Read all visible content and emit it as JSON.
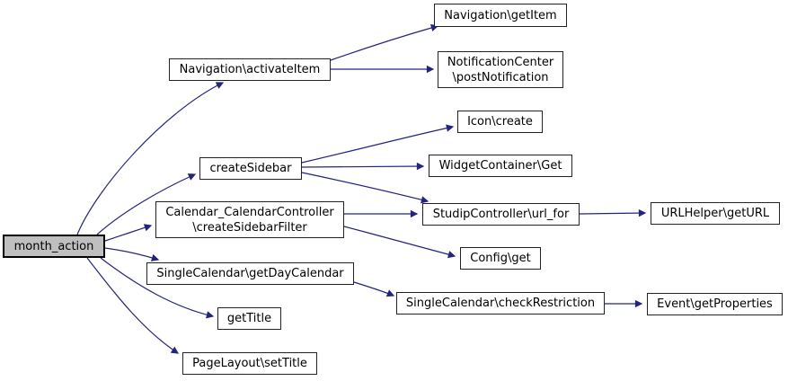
{
  "diagram": {
    "kind": "call-graph",
    "root_function": "month_action"
  },
  "colors": {
    "edge": "#24247e",
    "node_border": "#222222",
    "node_fill": "#ffffff",
    "root_fill": "#bfbfbf",
    "text": "#000000",
    "background": "#ffffff"
  },
  "nodes": {
    "month_action": {
      "label": "month_action"
    },
    "navigation_activateItem": {
      "label": "Navigation\\activateItem"
    },
    "navigation_getItem": {
      "label": "Navigation\\getItem"
    },
    "notificationCenter_postNotification": {
      "line1": "NotificationCenter",
      "line2": "\\postNotification"
    },
    "createSidebar": {
      "label": "createSidebar"
    },
    "icon_create": {
      "label": "Icon\\create"
    },
    "widgetContainer_get": {
      "label": "WidgetContainer\\Get"
    },
    "calendarController_createSidebarFilter": {
      "line1": "Calendar_CalendarController",
      "line2": "\\createSidebarFilter"
    },
    "studipController_url_for": {
      "label": "StudipController\\url_for"
    },
    "config_get": {
      "label": "Config\\get"
    },
    "urlHelper_getURL": {
      "label": "URLHelper\\getURL"
    },
    "singleCalendar_getDayCalendar": {
      "label": "SingleCalendar\\getDayCalendar"
    },
    "singleCalendar_checkRestriction": {
      "label": "SingleCalendar\\checkRestriction"
    },
    "getTitle": {
      "label": "getTitle"
    },
    "pageLayout_setTitle": {
      "label": "PageLayout\\setTitle"
    },
    "event_getProperties": {
      "label": "Event\\getProperties"
    }
  },
  "edges": [
    {
      "from": "month_action",
      "to": "navigation_activateItem"
    },
    {
      "from": "month_action",
      "to": "createSidebar"
    },
    {
      "from": "month_action",
      "to": "calendarController_createSidebarFilter"
    },
    {
      "from": "month_action",
      "to": "singleCalendar_getDayCalendar"
    },
    {
      "from": "month_action",
      "to": "getTitle"
    },
    {
      "from": "month_action",
      "to": "pageLayout_setTitle"
    },
    {
      "from": "navigation_activateItem",
      "to": "navigation_getItem"
    },
    {
      "from": "navigation_activateItem",
      "to": "notificationCenter_postNotification"
    },
    {
      "from": "createSidebar",
      "to": "icon_create"
    },
    {
      "from": "createSidebar",
      "to": "widgetContainer_get"
    },
    {
      "from": "createSidebar",
      "to": "studipController_url_for"
    },
    {
      "from": "calendarController_createSidebarFilter",
      "to": "studipController_url_for"
    },
    {
      "from": "calendarController_createSidebarFilter",
      "to": "config_get"
    },
    {
      "from": "singleCalendar_getDayCalendar",
      "to": "singleCalendar_checkRestriction"
    },
    {
      "from": "studipController_url_for",
      "to": "urlHelper_getURL"
    },
    {
      "from": "singleCalendar_checkRestriction",
      "to": "event_getProperties"
    }
  ]
}
